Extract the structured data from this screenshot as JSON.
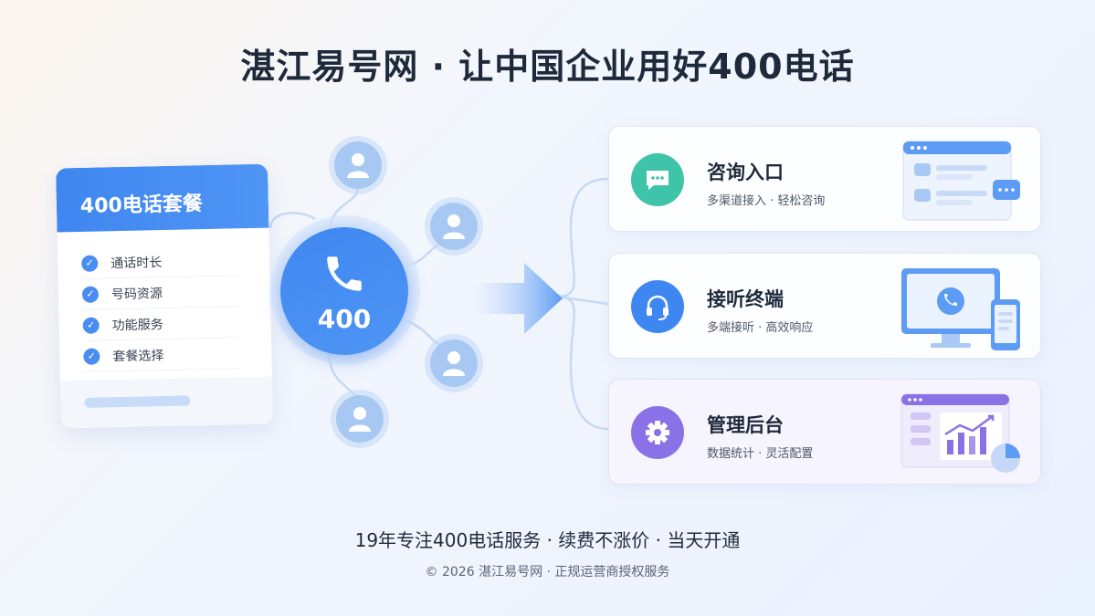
{
  "title": "湛江易号网 · 让中国企业用好400电话",
  "plan_card": {
    "title": "400电话套餐",
    "items": [
      "通话时长",
      "号码资源",
      "功能服务",
      "套餐选择"
    ]
  },
  "hub": {
    "number": "400",
    "icon": "phone-icon"
  },
  "features": [
    {
      "title": "咨询入口",
      "subtitle": "多渠道接入 · 轻松咨询",
      "icon": "chat-bubble-icon",
      "color": "#3ec4a8"
    },
    {
      "title": "接听终端",
      "subtitle": "多端接听 · 高效响应",
      "icon": "headset-icon",
      "color": "#3f87f0"
    },
    {
      "title": "管理后台",
      "subtitle": "数据统计 · 灵活配置",
      "icon": "gear-icon",
      "color": "#8a72e6"
    }
  ],
  "tagline": "19年专注400电话服务 · 续费不涨价 · 当天开通",
  "copyright": "© 2026 湛江易号网 · 正规运营商授权服务"
}
